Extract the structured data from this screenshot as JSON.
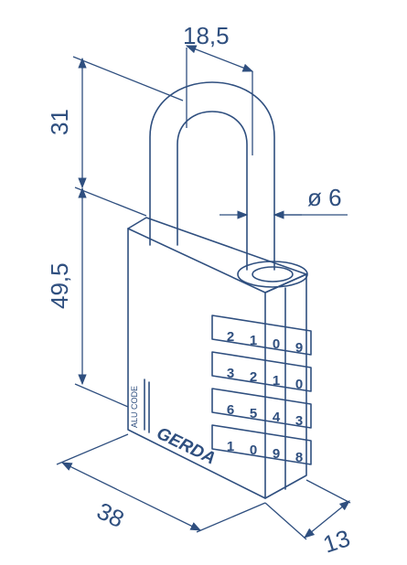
{
  "dimensions": {
    "shackle_width": "18,5",
    "shackle_height": "31",
    "body_height": "49,5",
    "shackle_diameter": "ø 6",
    "body_width": "38",
    "body_depth": "13"
  },
  "brand": "GERDA",
  "material_label": "ALU CODE",
  "dial_rows": [
    [
      "2",
      "1",
      "0",
      "9"
    ],
    [
      "3",
      "2",
      "1",
      "0"
    ],
    [
      "6",
      "5",
      "4",
      "3"
    ],
    [
      "1",
      "0",
      "9",
      "8"
    ]
  ],
  "colors": {
    "line": "#2f4f7f",
    "background": "#ffffff"
  }
}
